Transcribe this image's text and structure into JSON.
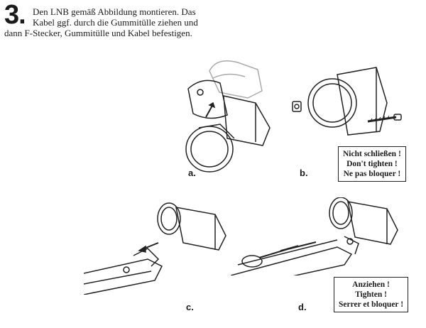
{
  "step": {
    "number": "3.",
    "lines": [
      "Den LNB gemäß Abbildung montieren. Das",
      "Kabel ggf. durch die Gummitülle ziehen und",
      "dann F-Stecker, Gummitülle und Kabel befestigen."
    ]
  },
  "figures": [
    {
      "caption": "a.",
      "note": []
    },
    {
      "caption": "b.",
      "note": [
        "Nicht schließen !",
        "Don't tighten !",
        "Ne pas bloquer !"
      ]
    },
    {
      "caption": "c.",
      "note": []
    },
    {
      "caption": "d.",
      "note": [
        "Anziehen !",
        "Tighten !",
        "Serrer et bloquer !"
      ]
    }
  ]
}
